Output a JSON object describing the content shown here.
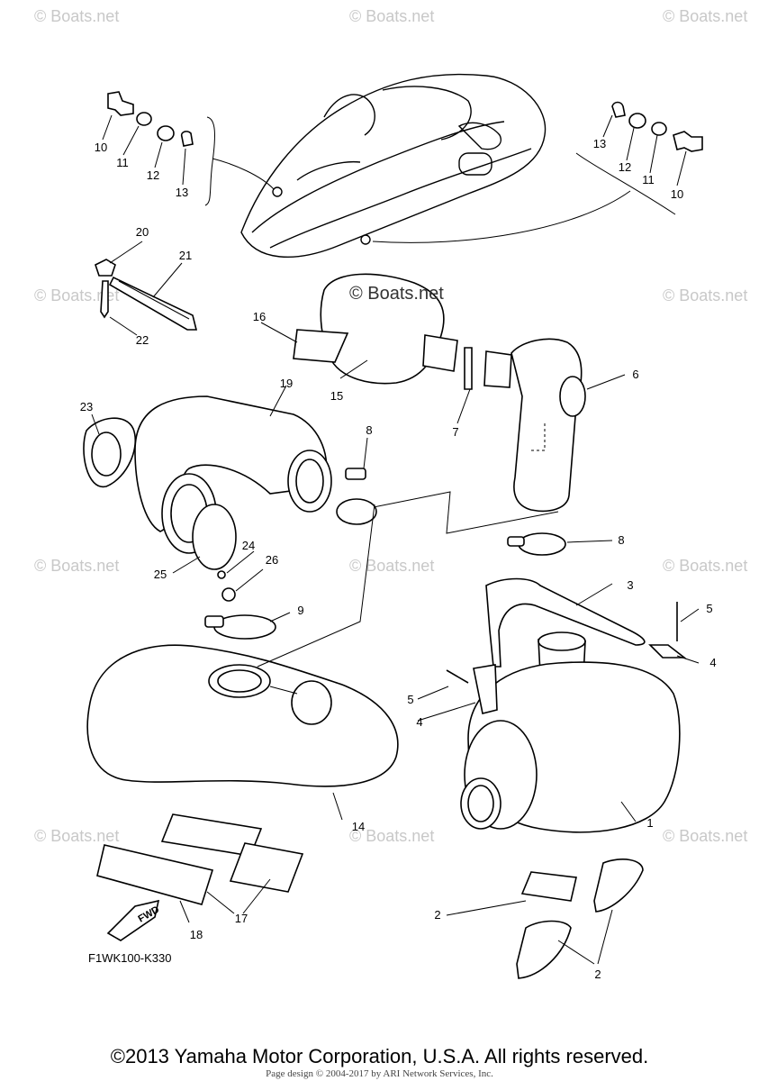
{
  "watermark_text": "© Boats.net",
  "center_watermark": "© Boats.net",
  "diagram_code": "F1WK100-K330",
  "fwd_label": "FWD",
  "copyright": "©2013 Yamaha Motor Corporation, U.S.A. All rights reserved.",
  "page_design": "Page design © 2004-2017 by ARI Network Services, Inc.",
  "callouts": [
    "10",
    "11",
    "12",
    "13",
    "13",
    "12",
    "11",
    "10",
    "20",
    "21",
    "22",
    "16",
    "15",
    "7",
    "6",
    "23",
    "19",
    "8",
    "8",
    "24",
    "25",
    "26",
    "3",
    "5",
    "9",
    "4",
    "5",
    "4",
    "14",
    "1",
    "17",
    "18",
    "2",
    "2"
  ]
}
